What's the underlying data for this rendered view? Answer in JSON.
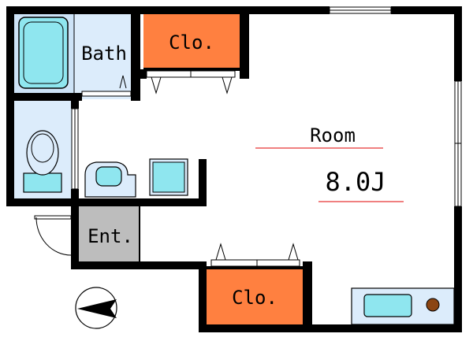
{
  "rooms": {
    "bath": "Bath",
    "closet_top": "Clo.",
    "room": "Room",
    "room_size": "8.0J",
    "entrance": "Ent.",
    "closet_bottom": "Clo."
  },
  "colors": {
    "wall": "#000000",
    "closet": "#ff8040",
    "wet_area": "#dcecfb",
    "fixture": "#8fe6ef",
    "entrance": "#bdbdbd",
    "accent_line": "#e00000",
    "stove_burner": "#8b4513"
  },
  "icons": [
    "bathtub-icon",
    "toilet-icon",
    "washbasin-icon",
    "washing-machine-icon",
    "kitchen-sink-icon",
    "stove-burner-icon",
    "compass-north-arrow-icon"
  ]
}
